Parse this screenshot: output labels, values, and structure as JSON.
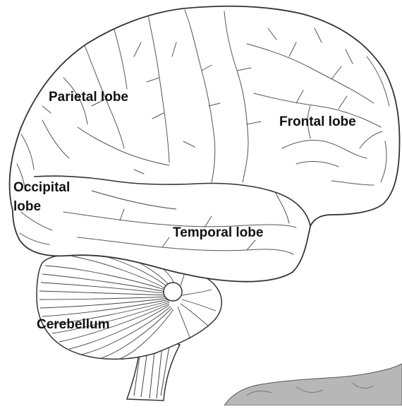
{
  "labels": {
    "parietal": "Parietal lobe",
    "frontal": "Frontal lobe",
    "occipital_line1": "Occipital",
    "occipital_line2": "lobe",
    "temporal": "Temporal lobe",
    "cerebellum": "Cerebellum"
  },
  "colors": {
    "outline": "#333333",
    "fill": "#ffffff",
    "background": "#ffffff",
    "neighbor_fill": "#b7b7b7"
  }
}
